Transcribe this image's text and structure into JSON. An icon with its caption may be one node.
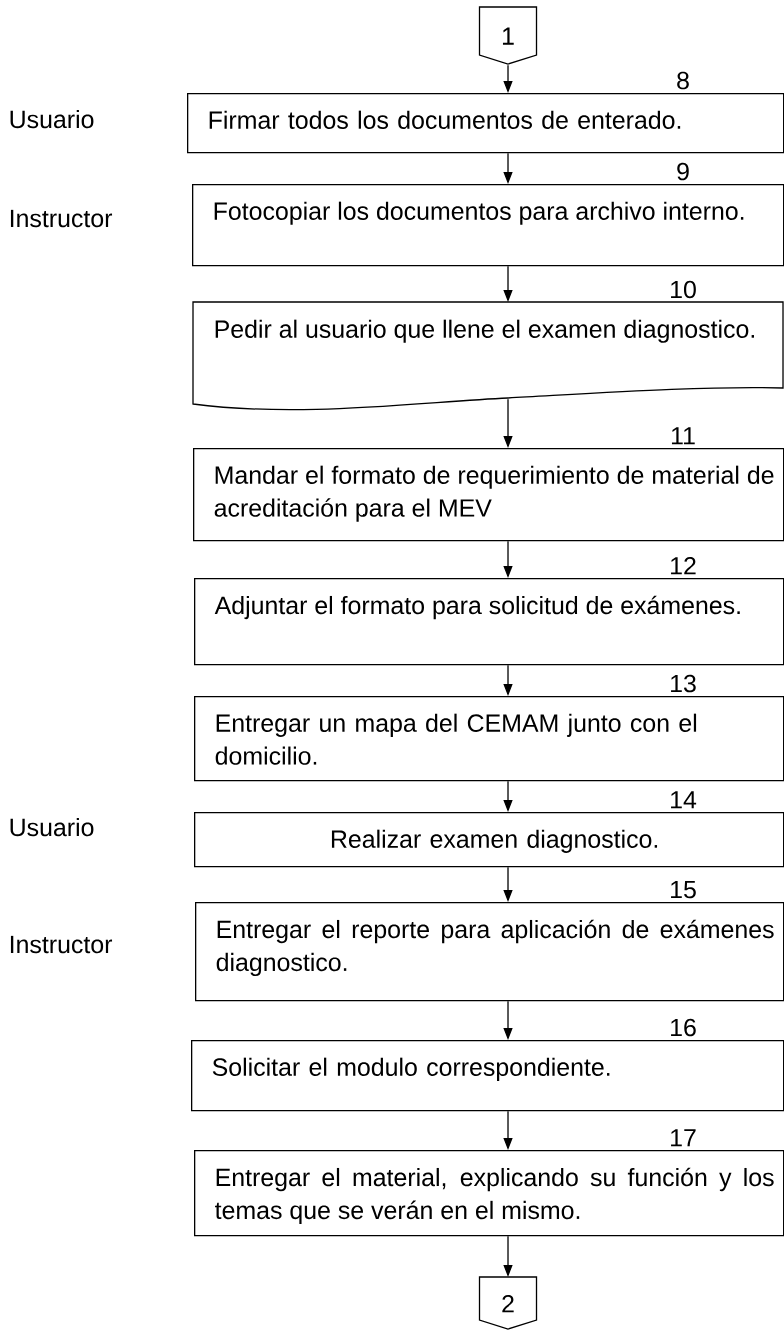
{
  "diagram": {
    "nodes": [
      {
        "text": [
          "1"
        ]
      },
      {
        "text": [
          "Firmar todos los documentos de enterado."
        ],
        "beside": [
          "8"
        ]
      },
      {
        "text": [
          "Fotocopiar los documentos para archivo interno."
        ],
        "beside": [
          "9"
        ]
      },
      {
        "text": [
          "Pedir al usuario que llene el examen diagnostico."
        ],
        "beside": [
          "10"
        ]
      },
      {
        "text": [
          "Mandar el formato de requerimiento de material de acreditación para el MEV"
        ],
        "beside": [
          "11"
        ]
      },
      {
        "text": [
          "Adjuntar el formato para solicitud de exámenes."
        ],
        "beside": [
          "12"
        ]
      },
      {
        "text": [
          "Entregar un mapa del CEMAM  junto con el domicilio."
        ],
        "beside": [
          "13"
        ]
      },
      {
        "text": [
          "Realizar examen diagnostico."
        ],
        "beside": [
          "14"
        ]
      },
      {
        "text": [
          "Entregar el reporte para aplicación de exámenes diagnostico."
        ],
        "beside": [
          "15"
        ]
      },
      {
        "text": [
          "Solicitar el modulo correspondiente."
        ],
        "beside": [
          "16"
        ]
      },
      {
        "text": [
          "Entregar el material, explicando su función y los temas que se verán en el mismo."
        ],
        "beside": [
          "17"
        ]
      },
      {
        "text": [
          "2"
        ]
      }
    ],
    "edges": [
      {
        "from": 0,
        "to": 1,
        "arrow": "to"
      },
      {
        "from": 1,
        "to": 2,
        "arrow": "to"
      },
      {
        "from": 2,
        "to": 3,
        "arrow": "to"
      },
      {
        "from": 3,
        "to": 4,
        "arrow": "to"
      },
      {
        "from": 4,
        "to": 5,
        "arrow": "to"
      },
      {
        "from": 5,
        "to": 6,
        "arrow": "to"
      },
      {
        "from": 6,
        "to": 7,
        "arrow": "to"
      },
      {
        "from": 7,
        "to": 8,
        "arrow": "to"
      },
      {
        "from": 8,
        "to": 9,
        "arrow": "to"
      },
      {
        "from": 9,
        "to": 10,
        "arrow": "to"
      },
      {
        "from": 10,
        "to": 11,
        "arrow": "to"
      }
    ],
    "labels": [
      "Usuario",
      "Instructor",
      "Usuario",
      "Instructor"
    ]
  }
}
